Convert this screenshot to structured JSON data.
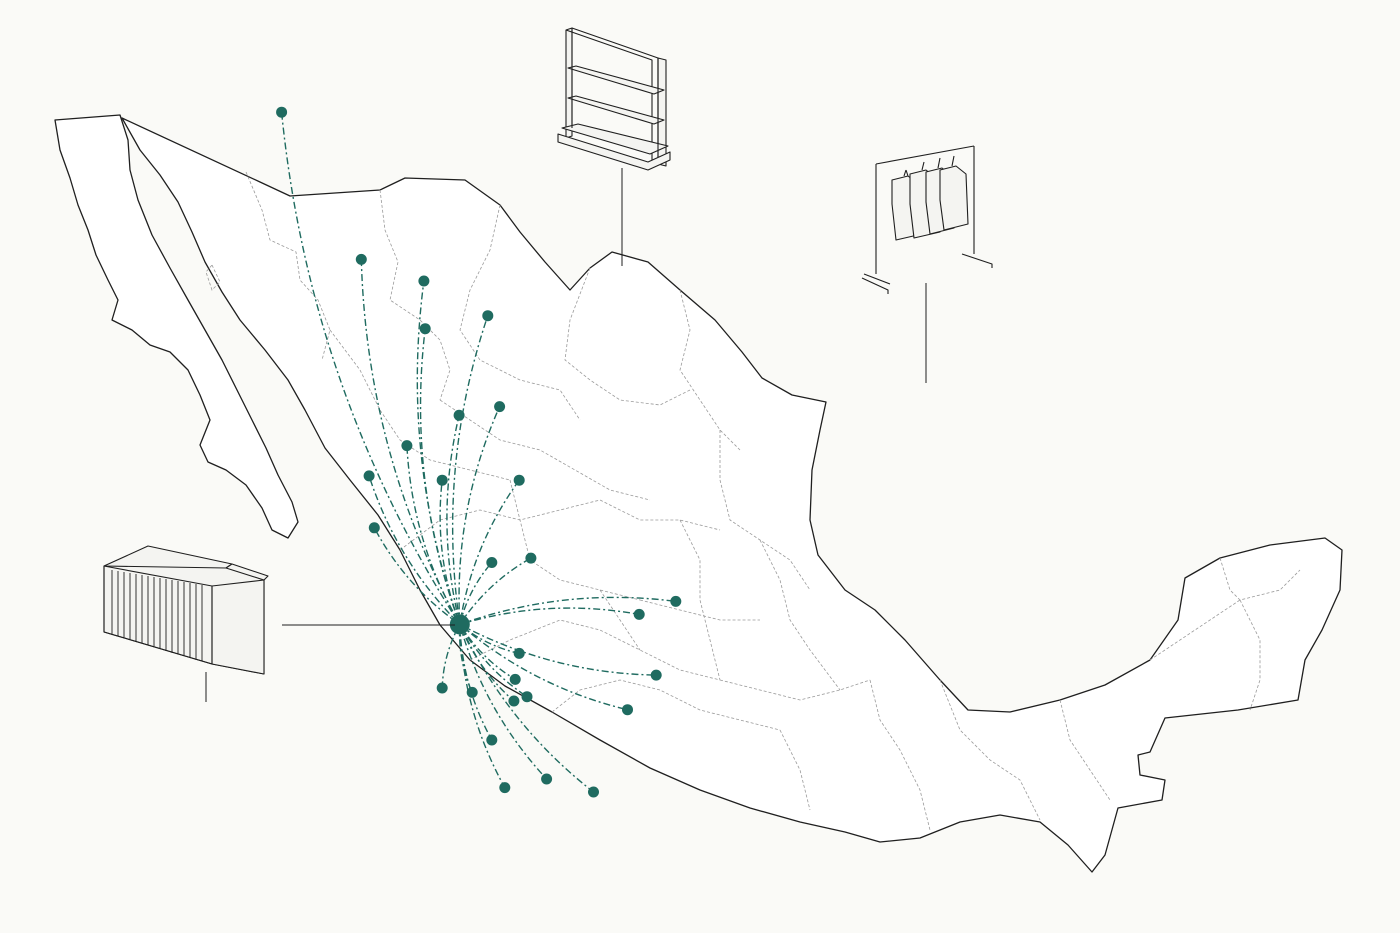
{
  "colors": {
    "route": "#1f6b60",
    "point": "#1f6b60",
    "outline": "#1f1f1f",
    "background": "#fafaf7"
  },
  "hub": {
    "name": "hub",
    "lat": 20.67,
    "lon": -103.35
  },
  "destinations": [
    {
      "lat": 32.5,
      "lon": -117.0
    },
    {
      "lat": 28.6,
      "lon": -106.1
    },
    {
      "lat": 29.1,
      "lon": -110.9
    },
    {
      "lat": 27.5,
      "lon": -106.0
    },
    {
      "lat": 24.8,
      "lon": -107.4
    },
    {
      "lat": 24.1,
      "lon": -110.3
    },
    {
      "lat": 22.9,
      "lon": -109.9
    },
    {
      "lat": 25.5,
      "lon": -103.4
    },
    {
      "lat": 24.0,
      "lon": -104.7
    },
    {
      "lat": 27.8,
      "lon": -101.2
    },
    {
      "lat": 25.7,
      "lon": -100.3
    },
    {
      "lat": 24.0,
      "lon": -98.8
    },
    {
      "lat": 22.1,
      "lon": -100.9
    },
    {
      "lat": 20.0,
      "lon": -98.8
    },
    {
      "lat": 19.4,
      "lon": -99.1
    },
    {
      "lat": 18.9,
      "lon": -99.2
    },
    {
      "lat": 19.0,
      "lon": -98.2
    },
    {
      "lat": 18.0,
      "lon": -100.9
    },
    {
      "lat": 19.1,
      "lon": -102.4
    },
    {
      "lat": 16.9,
      "lon": -99.9
    },
    {
      "lat": 17.1,
      "lon": -96.7
    },
    {
      "lat": 16.8,
      "lon": -93.1
    },
    {
      "lat": 18.7,
      "lon": -90.5
    },
    {
      "lat": 19.5,
      "lon": -88.3
    },
    {
      "lat": 20.9,
      "lon": -89.6
    },
    {
      "lat": 21.2,
      "lon": -86.8
    },
    {
      "lat": 19.2,
      "lon": -104.7
    },
    {
      "lat": 22.2,
      "lon": -97.9
    }
  ],
  "icons": {
    "counter": "counter-icon",
    "shelf": "shelving-unit-icon",
    "rack": "clothing-rack-icon"
  }
}
